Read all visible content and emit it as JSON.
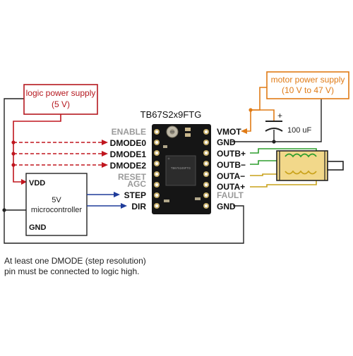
{
  "logic_supply": {
    "line1": "logic power supply",
    "line2": "(5 V)",
    "color": "#b5181f"
  },
  "motor_supply": {
    "line1": "motor power supply",
    "line2": "(10 V to 47 V)",
    "color": "#e07b16"
  },
  "board": {
    "title": "TB67S2x9FTG",
    "chip_text": "TB67S249FTG"
  },
  "capacitor": {
    "label": "100 uF"
  },
  "left_pins": [
    {
      "label": "ENABLE",
      "state": "unused"
    },
    {
      "label": "DMODE0",
      "state": "logic"
    },
    {
      "label": "DMODE1",
      "state": "logic"
    },
    {
      "label": "DMODE2",
      "state": "logic"
    },
    {
      "label": "RESET",
      "state": "unused"
    },
    {
      "label": "AGC",
      "state": "unused"
    },
    {
      "label": "STEP",
      "state": "signal"
    },
    {
      "label": "DIR",
      "state": "signal"
    }
  ],
  "right_pins": [
    {
      "label": "VMOT",
      "state": "power"
    },
    {
      "label": "GND",
      "state": "ground"
    },
    {
      "label": "OUTB+",
      "state": "motor"
    },
    {
      "label": "OUTB−",
      "state": "motor"
    },
    {
      "label": "OUTA−",
      "state": "motor"
    },
    {
      "label": "OUTA+",
      "state": "motor"
    },
    {
      "label": "FAULT",
      "state": "unused"
    },
    {
      "label": "GND",
      "state": "ground"
    }
  ],
  "microcontroller": {
    "vdd": "VDD",
    "line1": "5V",
    "line2": "microcontroller",
    "gnd": "GND"
  },
  "note": {
    "line1": "At least one DMODE (step resolution)",
    "line2": "pin must be connected to logic high."
  },
  "colors": {
    "logic": "#c0161e",
    "signal": "#1f3c9a",
    "motor_power": "#e07b16",
    "coil_b": "#2e9e2e",
    "coil_a": "#c9a21a",
    "wire": "#222222",
    "board": "#151515",
    "motor_body": "#f2d88a"
  }
}
